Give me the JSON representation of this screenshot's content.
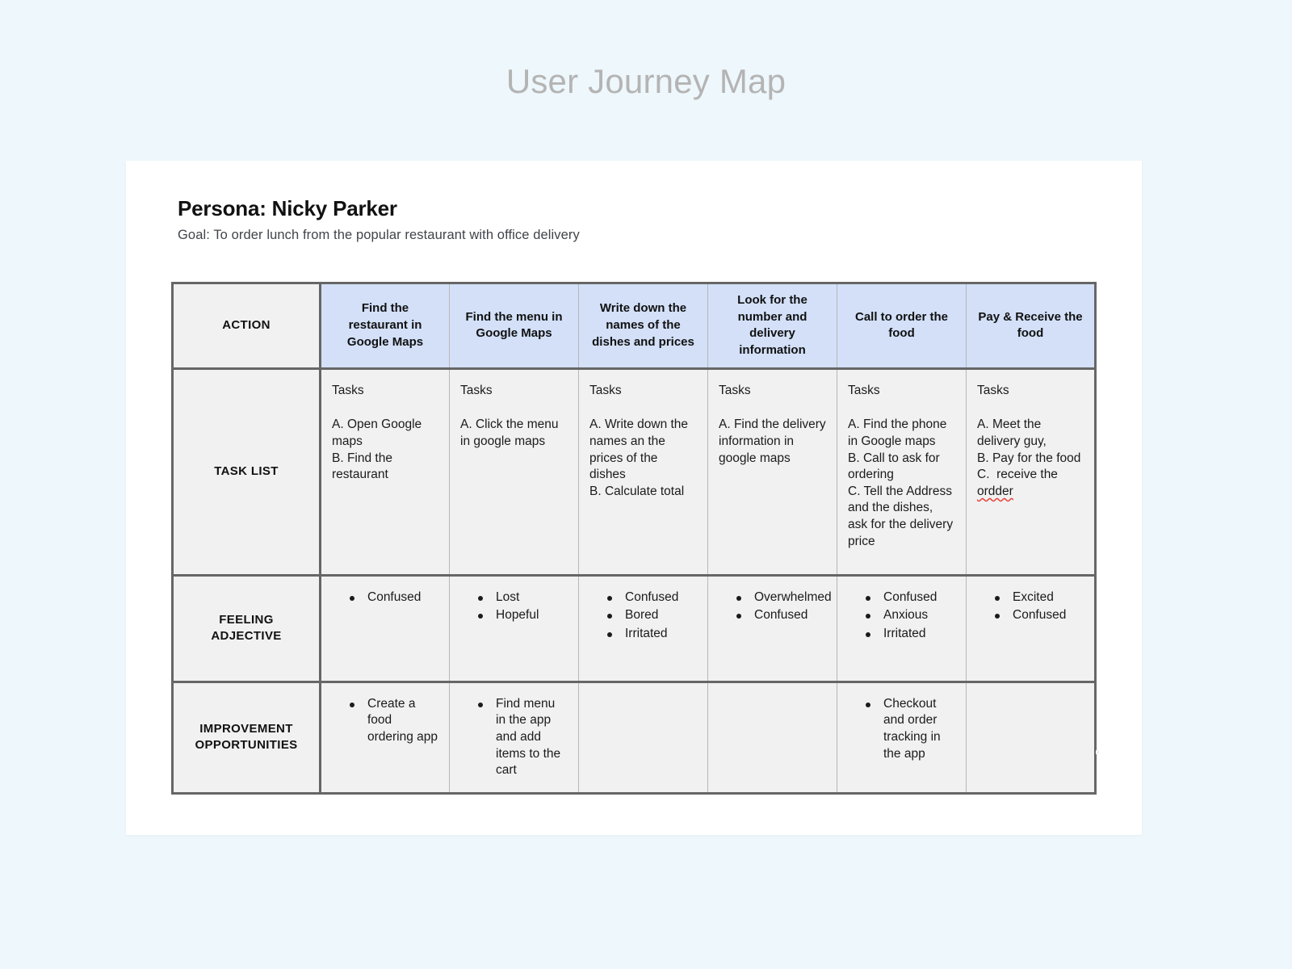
{
  "page": {
    "title": "User Journey Map",
    "background_color": "#eef7fb",
    "card_color": "#ffffff"
  },
  "persona": {
    "name": "Persona: Nicky Parker",
    "goal": "Goal: To order lunch from the popular restaurant with office delivery"
  },
  "table": {
    "header_accent_color": "#d3e0f8",
    "cell_color": "#f1f1f1",
    "border_color": "#666666",
    "row_labels": {
      "action": "ACTION",
      "task_list": "TASK LIST",
      "feeling": "FEELING\nADJECTIVE",
      "feeling_line1": "FEELING",
      "feeling_line2": "ADJECTIVE",
      "improvement_line1": "IMPROVEMENT",
      "improvement_line2": "OPPORTUNITIES"
    },
    "stages": [
      {
        "action": "Find the restaurant in Google Maps",
        "tasks_label": "Tasks",
        "tasks": "A. Open Google maps\nB. Find the restaurant",
        "feelings": [
          "Confused"
        ],
        "improvements": [
          "Create a food ordering app"
        ]
      },
      {
        "action": "Find the menu in Google Maps",
        "tasks_label": "Tasks",
        "tasks": "A. Click the menu in google maps",
        "feelings": [
          "Lost",
          "Hopeful"
        ],
        "improvements": [
          "Find menu in the app and add items to the cart"
        ]
      },
      {
        "action": "Write down the names of the dishes and prices",
        "tasks_label": "Tasks",
        "tasks": "A. Write down the names an the prices of the dishes\nB. Calculate total",
        "feelings": [
          "Confused",
          "Bored",
          "Irritated"
        ],
        "improvements": []
      },
      {
        "action": "Look for the number and delivery information",
        "tasks_label": "Tasks",
        "tasks": "A. Find the delivery information in google maps",
        "feelings": [
          "Overwhelmed",
          "Confused"
        ],
        "improvements": []
      },
      {
        "action": "Call to order the food",
        "tasks_label": "Tasks",
        "tasks": "A. Find the phone in Google maps\nB. Call to ask for ordering\nC. Tell the Address and the dishes, ask for the delivery price",
        "feelings": [
          "Confused",
          "Anxious",
          "Irritated"
        ],
        "improvements": [
          "Checkout and order tracking in the app"
        ]
      },
      {
        "action": "Pay & Receive the food",
        "tasks_label": "Tasks",
        "tasks_part1": "A. Meet the delivery guy,\nB. Pay for the food\nC.  receive the ",
        "tasks_misspelled": "ordder",
        "tasks": "A. Meet the delivery guy,\nB. Pay for the food\nC.  receive the ordder",
        "feelings": [
          "Excited",
          "Confused"
        ],
        "improvements": []
      }
    ]
  }
}
